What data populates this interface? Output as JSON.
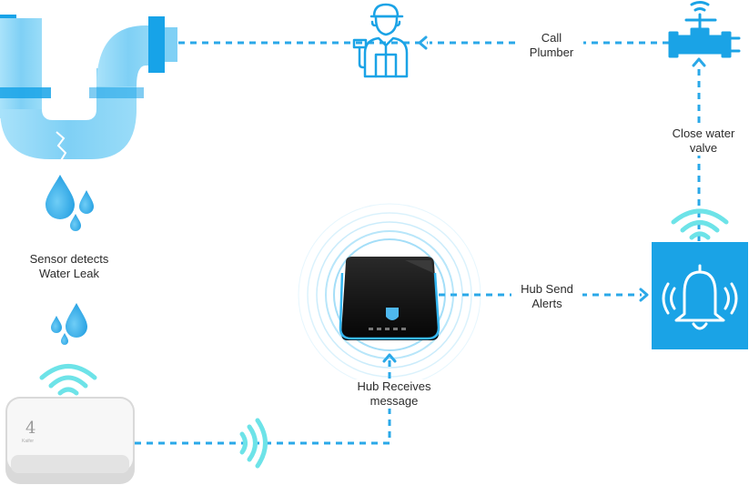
{
  "labels": {
    "call_plumber": "Call\nPlumber",
    "close_valve": "Close water\nvalve",
    "sensor_detects": "Sensor detects\nWater Leak",
    "hub_send": "Hub Send\nAlerts",
    "hub_receives": "Hub Receives\nmessage"
  },
  "sensor": {
    "brand_mark": "4",
    "brand_text": "Kaifer"
  },
  "icons": {
    "pipe": "leaking-pipe-icon",
    "drops": "water-drop-icon",
    "sensor": "leak-sensor-device-icon",
    "hub": "hub-device-icon",
    "alarm": "alarm-bell-icon",
    "valve": "water-valve-icon",
    "plumber": "plumber-icon",
    "wifi": "wifi-signal-icon"
  },
  "colors": {
    "connector": "#2aa8e8",
    "alarm_bg": "#1aa3e6",
    "pipe_light": "#7fd0f5",
    "pipe_accent": "#17a3e8",
    "signal": "#6de3e8",
    "hub_glow": "#35b6f0"
  }
}
